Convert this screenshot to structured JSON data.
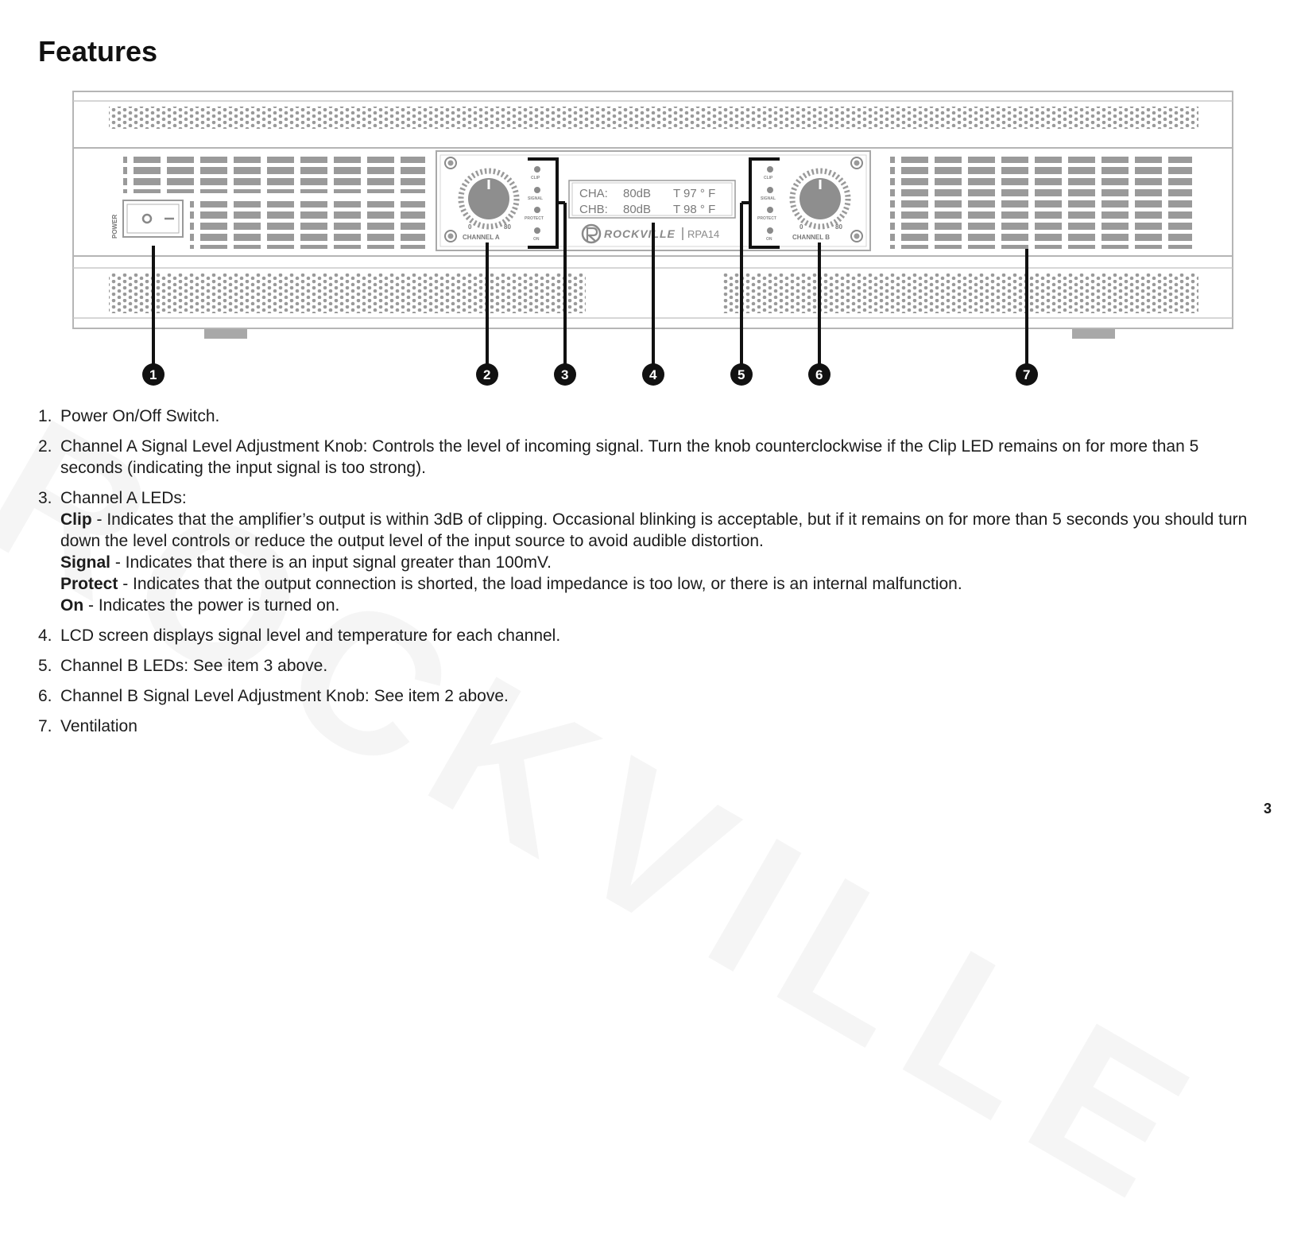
{
  "watermark": "ROCKVILLE",
  "title": "Features",
  "diagram": {
    "power_label": "POWER",
    "lcd": {
      "line1_channel": "CHA:",
      "line1_level": "80dB",
      "line1_temp": "T 97 ° F",
      "line2_channel": "CHB:",
      "line2_level": "80dB",
      "line2_temp": "T 98 ° F"
    },
    "brand": "ROCKVILLE",
    "model": "RPA14",
    "knob_a": {
      "min": "0",
      "max": "80",
      "label": "CHANNEL A"
    },
    "knob_b": {
      "min": "0",
      "max": "80",
      "label": "CHANNEL B"
    },
    "leds": [
      "CLIP",
      "SIGNAL",
      "PROTECT",
      "ON"
    ],
    "callouts": [
      "1",
      "2",
      "3",
      "4",
      "5",
      "6",
      "7"
    ]
  },
  "items": [
    {
      "num": "1.",
      "text": "Power On/Off Switch."
    },
    {
      "num": "2.",
      "text": "Channel A Signal Level Adjustment Knob: Controls the level of incoming signal. Turn the knob counterclockwise if the Clip LED remains on for more than 5 seconds (indicating the input signal is too strong)."
    },
    {
      "num": "3.",
      "text": "Channel A LEDs:",
      "subs": [
        {
          "term": "Clip",
          "desc": " - Indicates that the amplifier’s output is within 3dB of clipping. Occasional blinking is acceptable, but if it remains on for more than 5 seconds you should turn down the level controls or reduce the output level of the input source to avoid audible distortion."
        },
        {
          "term": "Signal",
          "desc": " - Indicates that there is an input signal greater than 100mV."
        },
        {
          "term": "Protect",
          "desc": " - Indicates that the output connection is shorted, the load impedance is too low, or there is an internal malfunction."
        },
        {
          "term": "On",
          "desc": " - Indicates the power is turned on."
        }
      ]
    },
    {
      "num": "4.",
      "text": "LCD screen displays signal level and temperature for each channel."
    },
    {
      "num": "5.",
      "text": "Channel B LEDs: See item 3 above."
    },
    {
      "num": "6.",
      "text": "Channel B Signal Level Adjustment Knob: See item 2 above."
    },
    {
      "num": "7.",
      "text": "Ventilation"
    }
  ],
  "page_number": "3"
}
